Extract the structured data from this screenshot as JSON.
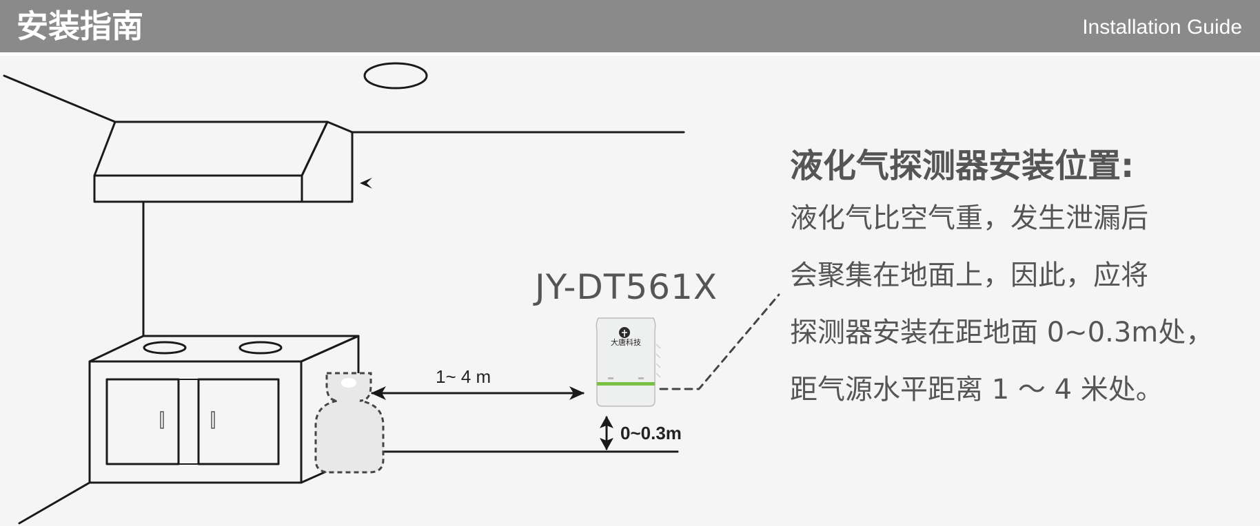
{
  "header": {
    "title": "安装指南",
    "subtitle": "Installation Guide"
  },
  "device": {
    "model": "JY-DT561X",
    "brand_text": "大唐科技"
  },
  "labels": {
    "distance": "1~ 4 m",
    "height": "0~0.3m"
  },
  "panel": {
    "title": "液化气探测器安装位置:",
    "lines": [
      "液化气比空气重，发生泄漏后",
      "会聚集在地面上，因此，应将",
      "探测器安装在距地面  0~0.3m处，",
      "距气源水平距离 1 ～ 4 米处。"
    ]
  },
  "colors": {
    "header_bg": "#8a8a8a",
    "text": "#555555",
    "line": "#1a1a1a",
    "accent_green": "#7ac143"
  }
}
